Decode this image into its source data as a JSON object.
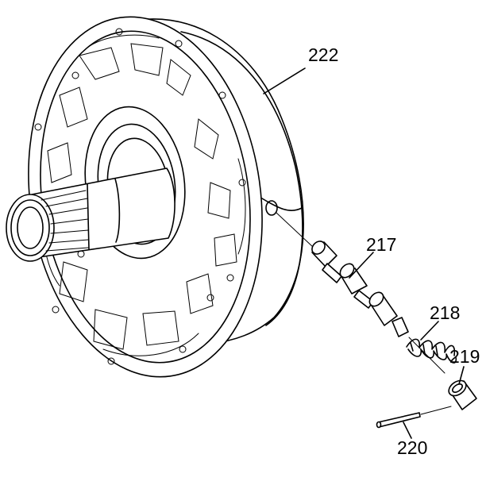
{
  "callouts": {
    "pump_body": "222",
    "valve": "217",
    "spring": "218",
    "plug": "219",
    "pin": "220"
  }
}
